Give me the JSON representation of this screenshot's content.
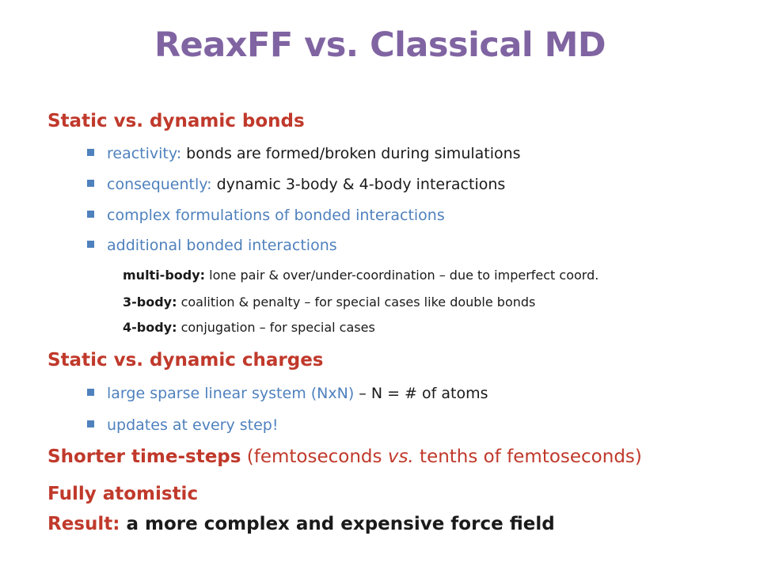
{
  "title": "ReaxFF vs. Classical MD",
  "sections": {
    "bonds": {
      "heading": "Static vs. dynamic bonds",
      "bullets": [
        {
          "lead": "reactivity:",
          "rest": " bonds are formed/broken during simulations"
        },
        {
          "lead": "consequently:",
          "rest": " dynamic 3-body & 4-body interactions"
        },
        {
          "lead": "complex formulations of bonded interactions",
          "rest": ""
        },
        {
          "lead": "additional bonded interactions",
          "rest": ""
        }
      ],
      "sub": [
        {
          "bold": "multi-body:",
          "rest": " lone pair & over/under-coordination – due to imperfect coord."
        },
        {
          "bold": "3-body:",
          "rest": " coalition &  penalty – for special cases like double bonds"
        },
        {
          "bold": "4-body:",
          "rest": " conjugation – for special cases"
        }
      ]
    },
    "charges": {
      "heading": "Static vs. dynamic charges",
      "bullets": [
        {
          "lead": "large sparse linear system (NxN)",
          "rest": " – N = # of atoms"
        },
        {
          "lead": "updates at every step!",
          "rest": ""
        }
      ]
    },
    "timesteps": {
      "heading": "Shorter time-steps",
      "paren_open": " (femtoseconds ",
      "vs": "vs.",
      "paren_close": " tenths of femtoseconds)"
    },
    "atomistic": {
      "heading": "Fully atomistic"
    },
    "result": {
      "label": "Result:",
      "text": " a more complex and expensive force field"
    }
  },
  "colors": {
    "title": "#8064a2",
    "heading": "#c0392b",
    "bullet": "#4f81bd",
    "text": "#1a1a1a"
  }
}
